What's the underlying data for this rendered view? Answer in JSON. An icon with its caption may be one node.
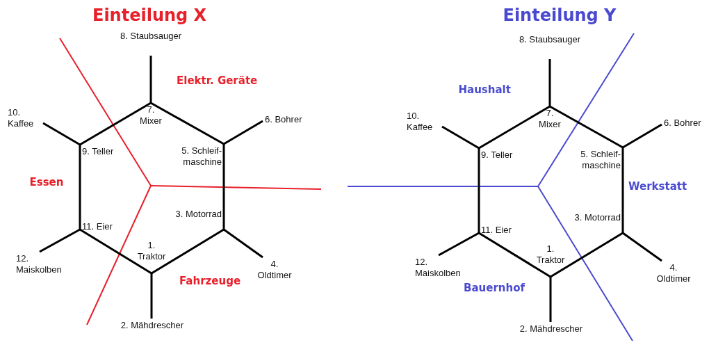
{
  "diagram": {
    "nodes": [
      {
        "text": [
          "8. Staubsauger"
        ]
      },
      {
        "text": [
          "7. Mixer"
        ]
      },
      {
        "text": [
          "6. Bohrer"
        ]
      },
      {
        "text": [
          "5. Schleif- maschine"
        ]
      },
      {
        "text": [
          "4. Oldtimer"
        ]
      },
      {
        "text": [
          "3. Motorrad"
        ]
      },
      {
        "text": [
          "2. Mähdrescher"
        ]
      },
      {
        "text": [
          "1. Traktor"
        ]
      },
      {
        "text": [
          "12. Maiskolben"
        ]
      },
      {
        "text": [
          "11. Eier"
        ]
      },
      {
        "text": [
          "10. Kaffee"
        ]
      },
      {
        "text": [
          "9. Teller"
        ]
      },
      {
        "text": [
          "8. Staubsauger"
        ]
      },
      {
        "text": [
          "7. Mixer"
        ]
      },
      {
        "text": [
          "6. Bohrer"
        ]
      },
      {
        "text": [
          "5. Schleif- maschine"
        ]
      },
      {
        "text": [
          "4. Oldtimer"
        ]
      },
      {
        "text": [
          "3. Motorrad"
        ]
      },
      {
        "text": [
          "2. Mähdrescher"
        ]
      },
      {
        "text": [
          "1. Traktor"
        ]
      },
      {
        "text": [
          "12. Maiskolben"
        ]
      },
      {
        "text": [
          "11. Eier"
        ]
      },
      {
        "text": [
          "10. Kaffee"
        ]
      },
      {
        "text": [
          "9. Teller"
        ]
      }
    ],
    "edges": [
      {
        "from": 1,
        "to": 3,
        "arrow": "none"
      },
      {
        "from": 3,
        "to": 5,
        "arrow": "none"
      },
      {
        "from": 5,
        "to": 7,
        "arrow": "none"
      },
      {
        "from": 7,
        "to": 9,
        "arrow": "none"
      },
      {
        "from": 9,
        "to": 11,
        "arrow": "none"
      },
      {
        "from": 11,
        "to": 1,
        "arrow": "none"
      },
      {
        "from": 1,
        "to": 0,
        "arrow": "none"
      },
      {
        "from": 3,
        "to": 2,
        "arrow": "none"
      },
      {
        "from": 5,
        "to": 4,
        "arrow": "none"
      },
      {
        "from": 7,
        "to": 6,
        "arrow": "none"
      },
      {
        "from": 9,
        "to": 8,
        "arrow": "none"
      },
      {
        "from": 11,
        "to": 10,
        "arrow": "none"
      },
      {
        "from": 13,
        "to": 15,
        "arrow": "none"
      },
      {
        "from": 15,
        "to": 17,
        "arrow": "none"
      },
      {
        "from": 17,
        "to": 19,
        "arrow": "none"
      },
      {
        "from": 19,
        "to": 21,
        "arrow": "none"
      },
      {
        "from": 21,
        "to": 23,
        "arrow": "none"
      },
      {
        "from": 23,
        "to": 13,
        "arrow": "none"
      },
      {
        "from": 13,
        "to": 12,
        "arrow": "none"
      },
      {
        "from": 15,
        "to": 14,
        "arrow": "none"
      },
      {
        "from": 17,
        "to": 16,
        "arrow": "none"
      },
      {
        "from": 19,
        "to": 18,
        "arrow": "none"
      },
      {
        "from": 21,
        "to": 20,
        "arrow": "none"
      },
      {
        "from": 23,
        "to": 22,
        "arrow": "none"
      }
    ],
    "labels": [
      "Einteilung X",
      "Elektr. Geräte",
      "Essen",
      "Fahrzeuge",
      "Einteilung Y",
      "Haushalt",
      "Werkstatt",
      "Bauernhof"
    ]
  }
}
